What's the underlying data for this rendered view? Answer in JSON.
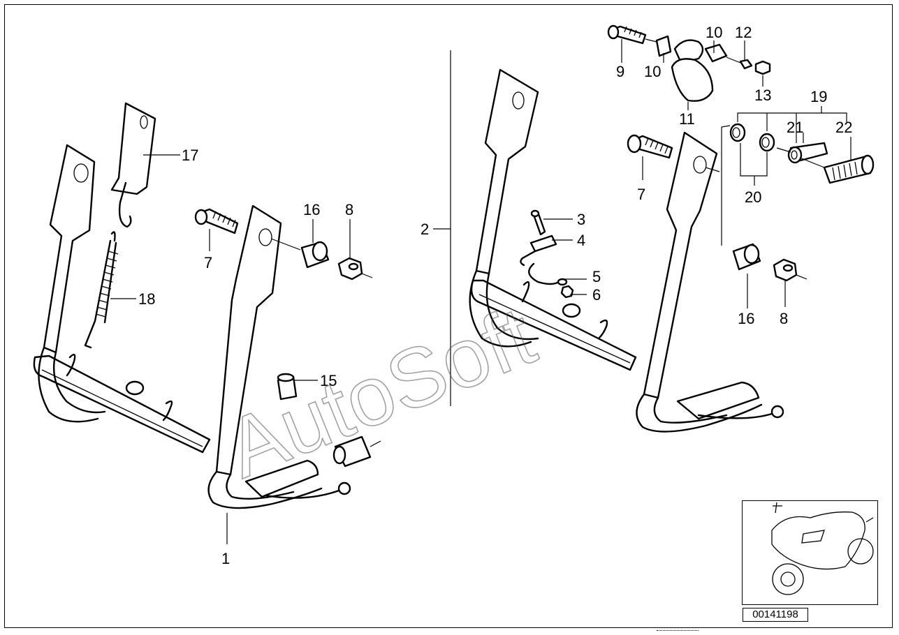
{
  "diagram": {
    "watermark": "AutoSoft",
    "document_number": "00141198",
    "callouts": {
      "c1": "1",
      "c2": "2",
      "c3": "3",
      "c4": "4",
      "c5": "5",
      "c6": "6",
      "c7a": "7",
      "c7b": "7",
      "c8a": "8",
      "c8b": "8",
      "c9": "9",
      "c10a": "10",
      "c10b": "10",
      "c11": "11",
      "c12": "12",
      "c13": "13",
      "c15": "15",
      "c16a": "16",
      "c16b": "16",
      "c17": "17",
      "c18": "18",
      "c19": "19",
      "c20": "20",
      "c21": "21",
      "c22": "22"
    }
  }
}
